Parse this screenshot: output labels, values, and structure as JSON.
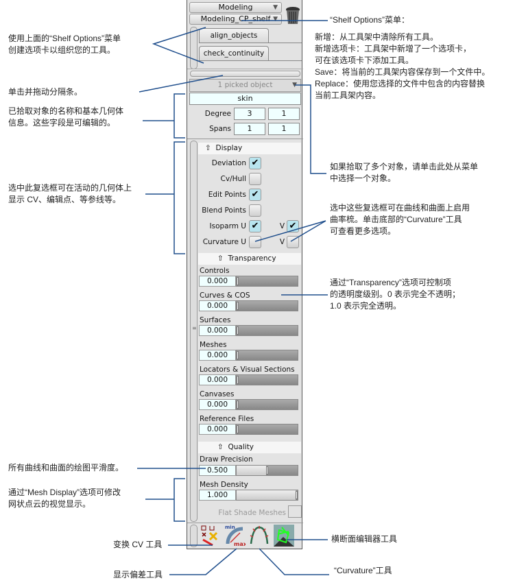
{
  "panel": {
    "shelf_dropdown": "Modeling",
    "shelf_set_dropdown": "Modeling_CP_shelf",
    "tabs": [
      "align_objects",
      "check_continuity"
    ],
    "picked_dropdown": "1 picked object",
    "object_name": "skin",
    "degree_label": "Degree",
    "degree_u": "3",
    "degree_v": "1",
    "spans_label": "Spans",
    "spans_u": "1",
    "spans_v": "1",
    "display": {
      "title": "Display",
      "rows": [
        {
          "label": "Deviation",
          "checked": true
        },
        {
          "label": "Cv/Hull",
          "checked": false
        },
        {
          "label": "Edit Points",
          "checked": true
        },
        {
          "label": "Blend Points",
          "checked": false
        },
        {
          "label": "Isoparm U",
          "checked": true,
          "v_label": "V",
          "v_checked": true
        },
        {
          "label": "Curvature U",
          "checked": false,
          "v_label": "V",
          "v_checked": false
        }
      ]
    },
    "transparency": {
      "title": "Transparency",
      "items": [
        {
          "label": "Controls",
          "value": "0.000",
          "fraction": 0
        },
        {
          "label": "Curves & COS",
          "value": "0.000",
          "fraction": 0
        },
        {
          "label": "Surfaces",
          "value": "0.000",
          "fraction": 0
        },
        {
          "label": "Meshes",
          "value": "0.000",
          "fraction": 0
        },
        {
          "label": "Locators & Visual Sections",
          "value": "0.000",
          "fraction": 0
        },
        {
          "label": "Canvases",
          "value": "0.000",
          "fraction": 0
        },
        {
          "label": "Reference Files",
          "value": "0.000",
          "fraction": 0
        }
      ]
    },
    "quality": {
      "title": "Quality",
      "draw_precision": {
        "label": "Draw Precision",
        "value": "0.500",
        "fraction": 0.5
      },
      "mesh_density": {
        "label": "Mesh Density",
        "value": "1.000",
        "fraction": 1.0
      },
      "flat_shade_label": "Flat Shade Meshes"
    },
    "tool_icon_text": {
      "min": "min",
      "max": "max"
    }
  },
  "annotations": {
    "shelf_options_title": "“Shelf Options”菜单：",
    "shelf_options_desc": [
      "新增：从工具架中清除所有工具。",
      "新增选项卡：工具架中新增了一个选项卡，",
      "可在该选项卡下添加工具。",
      "Save：将当前的工具架内容保存到一个文件中。",
      "Replace：使用您选择的文件中包含的内容替换",
      "当前工具架内容。"
    ],
    "use_shelf_options": [
      "使用上面的“Shelf Options”菜单",
      "创建选项卡以组织您的工具。"
    ],
    "drag_divider": "单击并拖动分隔条。",
    "picked_info": [
      "已拾取对象的名称和基本几何体",
      "信息。这些字段是可编辑的。"
    ],
    "display_checkboxes": [
      "选中此复选框可在活动的几何体上",
      "显示 CV、编辑点、等参线等。"
    ],
    "multiple_picked": [
      "如果拾取了多个对象，请单击此处从菜单",
      "中选择一个对象。"
    ],
    "curvature_checkboxes": [
      "选中这些复选框可在曲线和曲面上启用",
      "曲率梳。单击底部的“Curvature”工具",
      "可查看更多选项。"
    ],
    "transparency_desc": [
      "通过“Transparency”选项可控制项",
      "的透明度级别。0 表示完全不透明；",
      "1.0 表示完全透明。"
    ],
    "draw_smoothness": "所有曲线和曲面的绘图平滑度。",
    "mesh_display": [
      "通过“Mesh Display”选项可修改",
      "网状点云的视觉显示。"
    ],
    "transform_cv_tool": "变换 CV 工具",
    "deviation_tool": "显示偏差工具",
    "cross_section_tool": "横断面编辑器工具",
    "curvature_tool": "“Curvature”工具"
  },
  "colors": {
    "leader": "#1f4e8c",
    "field": "#f0ffff",
    "checked": "#b8e4ee"
  }
}
